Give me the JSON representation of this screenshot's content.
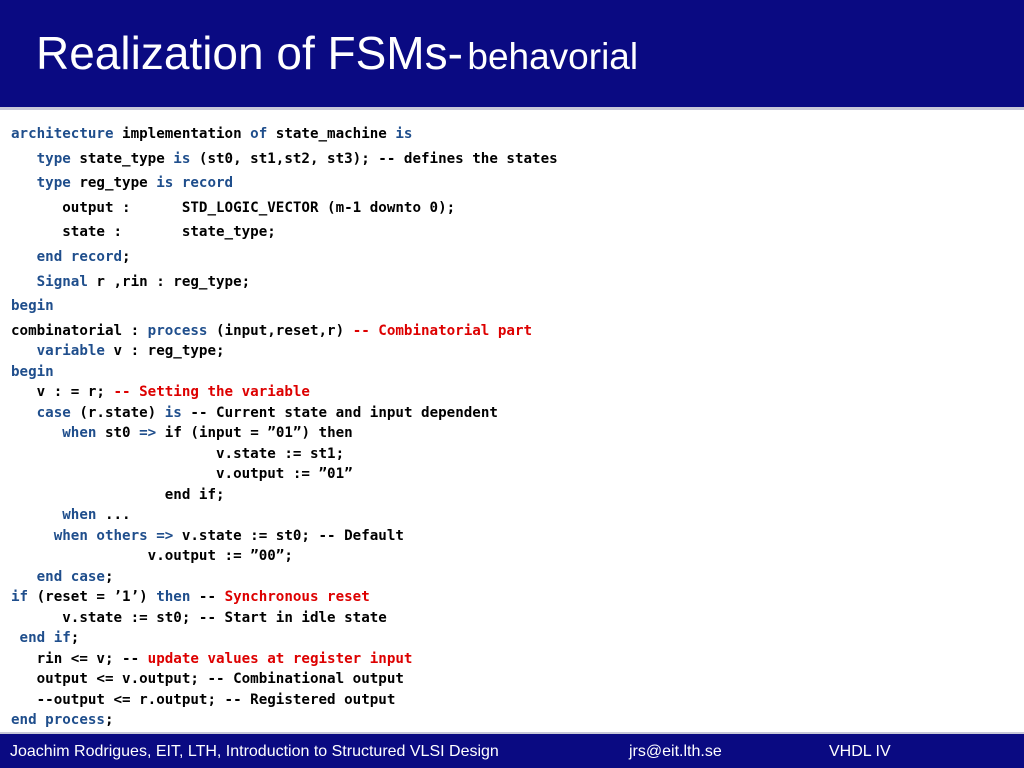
{
  "header": {
    "title_main": "Realization of FSMs-",
    "title_sub": "behavorial"
  },
  "code": {
    "lines": [
      [
        {
          "t": "architecture",
          "k": "kw"
        },
        {
          "t": " implementation "
        },
        {
          "t": "of",
          "k": "kw"
        },
        {
          "t": " state_machine "
        },
        {
          "t": "is",
          "k": "kw"
        }
      ],
      [
        {
          "t": "   "
        },
        {
          "t": "type",
          "k": "kw"
        },
        {
          "t": " state_type "
        },
        {
          "t": "is",
          "k": "kw"
        },
        {
          "t": " (st0, st1,st2, st3); -- defines the states"
        }
      ],
      [
        {
          "t": "   "
        },
        {
          "t": "type",
          "k": "kw"
        },
        {
          "t": " reg_type "
        },
        {
          "t": "is record",
          "k": "kw"
        }
      ],
      [
        {
          "t": "      output :      STD_LOGIC_VECTOR (m-1 downto 0);"
        }
      ],
      [
        {
          "t": "      state :       state_type;"
        }
      ],
      [
        {
          "t": "   "
        },
        {
          "t": "end record",
          "k": "kw"
        },
        {
          "t": ";"
        }
      ],
      [
        {
          "t": "   "
        },
        {
          "t": "Signal",
          "k": "kw"
        },
        {
          "t": " r ,rin : reg_type;"
        }
      ],
      [
        {
          "t": "begin",
          "k": "kw"
        }
      ],
      [
        {
          "t": "combinatorial : "
        },
        {
          "t": "process",
          "k": "kw"
        },
        {
          "t": " (input,reset,r) "
        },
        {
          "t": "-- Combinatorial part",
          "k": "cm"
        }
      ],
      [
        {
          "t": "   "
        },
        {
          "t": "variable",
          "k": "kw"
        },
        {
          "t": " v : reg_type;"
        }
      ],
      [
        {
          "t": "begin",
          "k": "kw"
        }
      ],
      [
        {
          "t": "   v : = r; "
        },
        {
          "t": "-- Setting the variable",
          "k": "cm"
        }
      ],
      [
        {
          "t": "   "
        },
        {
          "t": "case",
          "k": "kw"
        },
        {
          "t": " (r.state) "
        },
        {
          "t": "is",
          "k": "kw"
        },
        {
          "t": " -- Current state and input dependent"
        }
      ],
      [
        {
          "t": "      "
        },
        {
          "t": "when",
          "k": "kw"
        },
        {
          "t": " st0 "
        },
        {
          "t": "=>",
          "k": "kw"
        },
        {
          "t": " if (input = ”01”) then"
        }
      ],
      [
        {
          "t": "                        v.state := st1;"
        }
      ],
      [
        {
          "t": "                        v.output := ”01”"
        }
      ],
      [
        {
          "t": "                  end if;"
        }
      ],
      [
        {
          "t": "      "
        },
        {
          "t": "when",
          "k": "kw"
        },
        {
          "t": " ..."
        }
      ],
      [
        {
          "t": "     "
        },
        {
          "t": "when others =>",
          "k": "kw"
        },
        {
          "t": " v.state := st0; -- Default"
        }
      ],
      [
        {
          "t": "                v.output := ”00”;"
        }
      ],
      [
        {
          "t": "   "
        },
        {
          "t": "end case",
          "k": "kw"
        },
        {
          "t": ";"
        }
      ],
      [
        {
          "t": "if",
          "k": "kw"
        },
        {
          "t": " (reset = ’1’) "
        },
        {
          "t": "then",
          "k": "kw"
        },
        {
          "t": " -- "
        },
        {
          "t": "Synchronous reset",
          "k": "cm"
        }
      ],
      [
        {
          "t": "      v.state := st0; -- Start in idle state"
        }
      ],
      [
        {
          "t": " "
        },
        {
          "t": "end if",
          "k": "kw"
        },
        {
          "t": ";"
        }
      ],
      [
        {
          "t": "   rin <= v; -- "
        },
        {
          "t": "update values at register input",
          "k": "cm"
        }
      ],
      [
        {
          "t": "   output <= v.output; -- Combinational output"
        }
      ],
      [
        {
          "t": "   --output <= r.output; -- Registered output"
        }
      ],
      [
        {
          "t": "end process",
          "k": "kw"
        },
        {
          "t": ";"
        }
      ]
    ]
  },
  "footer": {
    "author": "Joachim Rodrigues, EIT, LTH, Introduction to Structured VLSI Design",
    "email": "jrs@eit.lth.se",
    "course": "VHDL IV"
  },
  "colors": {
    "header_bg": "#0a0a82",
    "keyword": "#1f4e8c",
    "comment_highlight": "#dd0000"
  }
}
